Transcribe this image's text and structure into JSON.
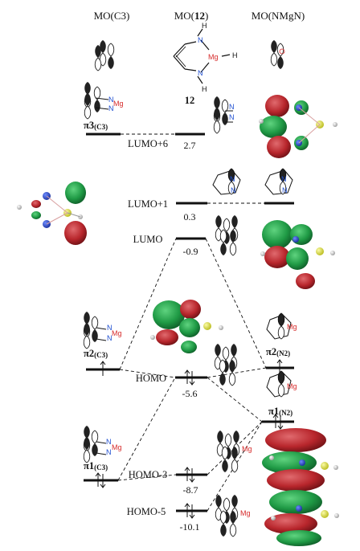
{
  "headers": {
    "left": "MO(C3)",
    "middle_prefix": "MO(",
    "middle_bold": "12",
    "middle_suffix": ")",
    "right": "MO(NMgN)"
  },
  "molecule": {
    "label": "12",
    "atom_n": "N",
    "atom_mg": "Mg",
    "atom_h": "H"
  },
  "left_orbitals": {
    "pi3": {
      "main": "π3",
      "sub": "(C3)"
    },
    "pi2": {
      "main": "π2",
      "sub": "(C3)"
    },
    "pi1": {
      "main": "π1",
      "sub": "(C3)"
    }
  },
  "right_orbitals": {
    "pi2": {
      "main": "π2",
      "sub": "(N2)"
    },
    "pi1": {
      "main": "π1",
      "sub": "(N2)"
    }
  },
  "center_levels": [
    {
      "name": "LUMO+6",
      "energy": "2.7"
    },
    {
      "name": "LUMO+1",
      "energy": "0.3"
    },
    {
      "name": "LUMO",
      "energy": "-0.9"
    },
    {
      "name": "HOMO",
      "energy": "-5.6"
    },
    {
      "name": "HOMO-3",
      "energy": "-8.7"
    },
    {
      "name": "HOMO-5",
      "energy": "-10.1"
    }
  ],
  "colors": {
    "lobe_green": "#1f9a45",
    "lobe_red": "#b8262c",
    "nitrogen": "#1f4fd1",
    "magnesium": "#d62a2a",
    "sulfur": "#e3e63a"
  }
}
